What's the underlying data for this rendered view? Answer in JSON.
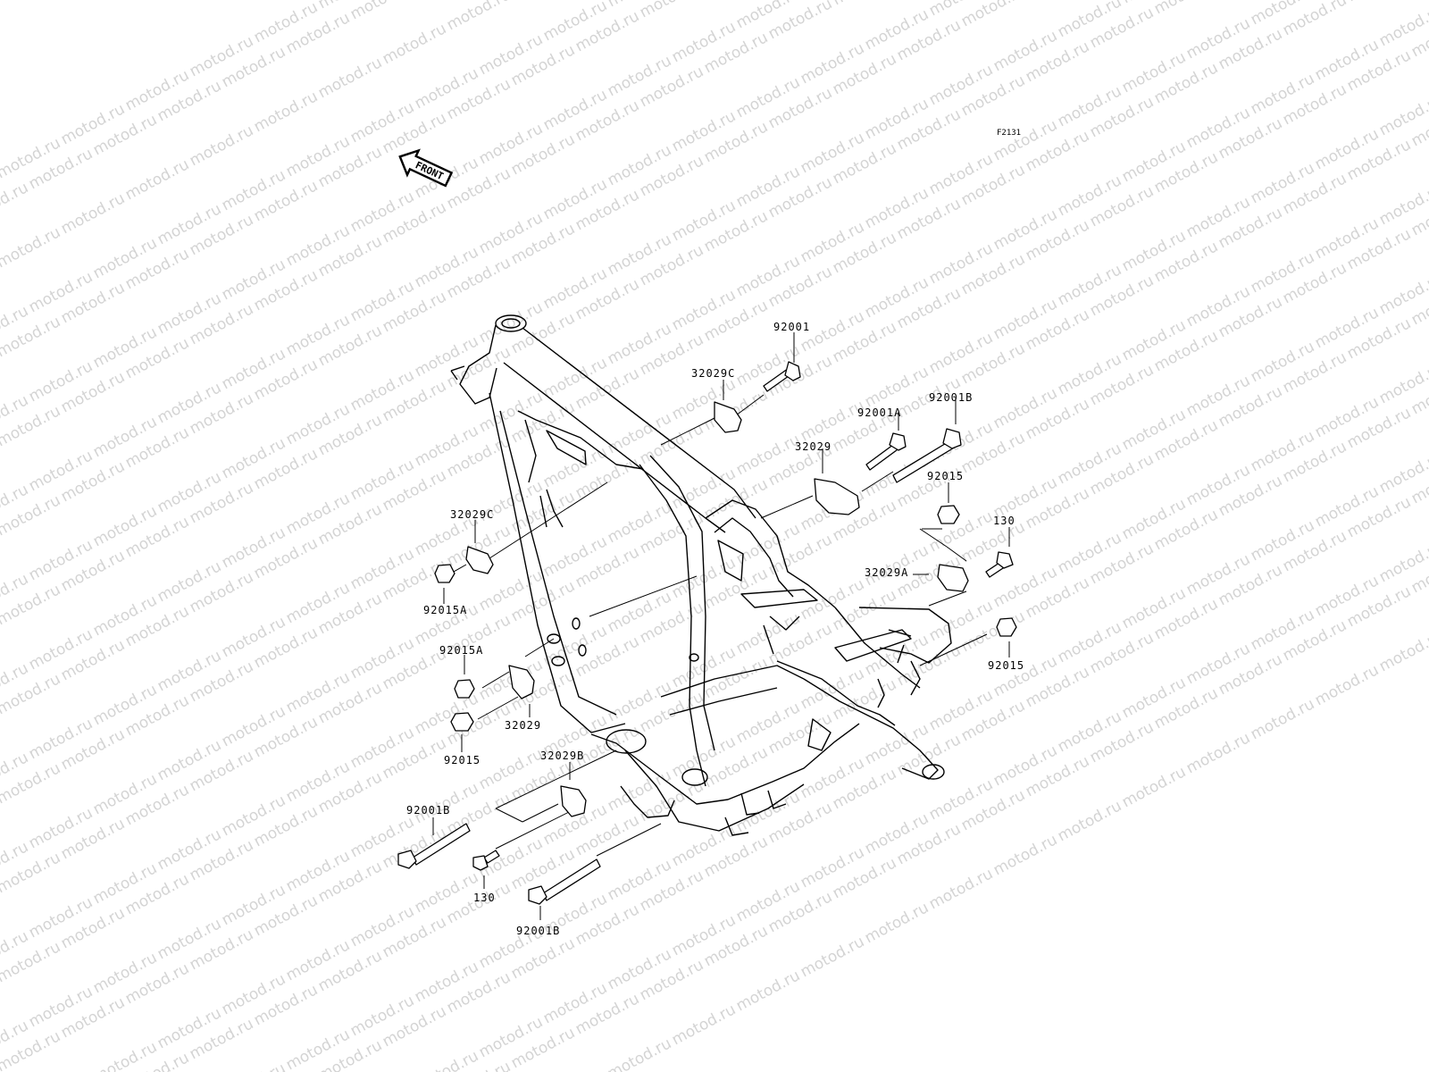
{
  "figure_code": "F2131",
  "front_arrow_label": "FRONT",
  "watermark": {
    "text": "motod.ru",
    "color": "#d4d4d4"
  },
  "labels": {
    "p92001": "92001",
    "p32029C_top": "32029C",
    "p92001A": "92001A",
    "p92001B_top": "92001B",
    "p32029_top": "32029",
    "p92015_top": "92015",
    "p130_right": "130",
    "p32029A": "32029A",
    "p92015_right": "92015",
    "p32029C_left": "32029C",
    "p92015A_left": "92015A",
    "p92015A_mid": "92015A",
    "p32029_left": "32029",
    "p92015_left": "92015",
    "p32029B": "32029B",
    "p92001B_left": "92001B",
    "p130_bottom": "130",
    "p92001B_bottom": "92001B"
  }
}
